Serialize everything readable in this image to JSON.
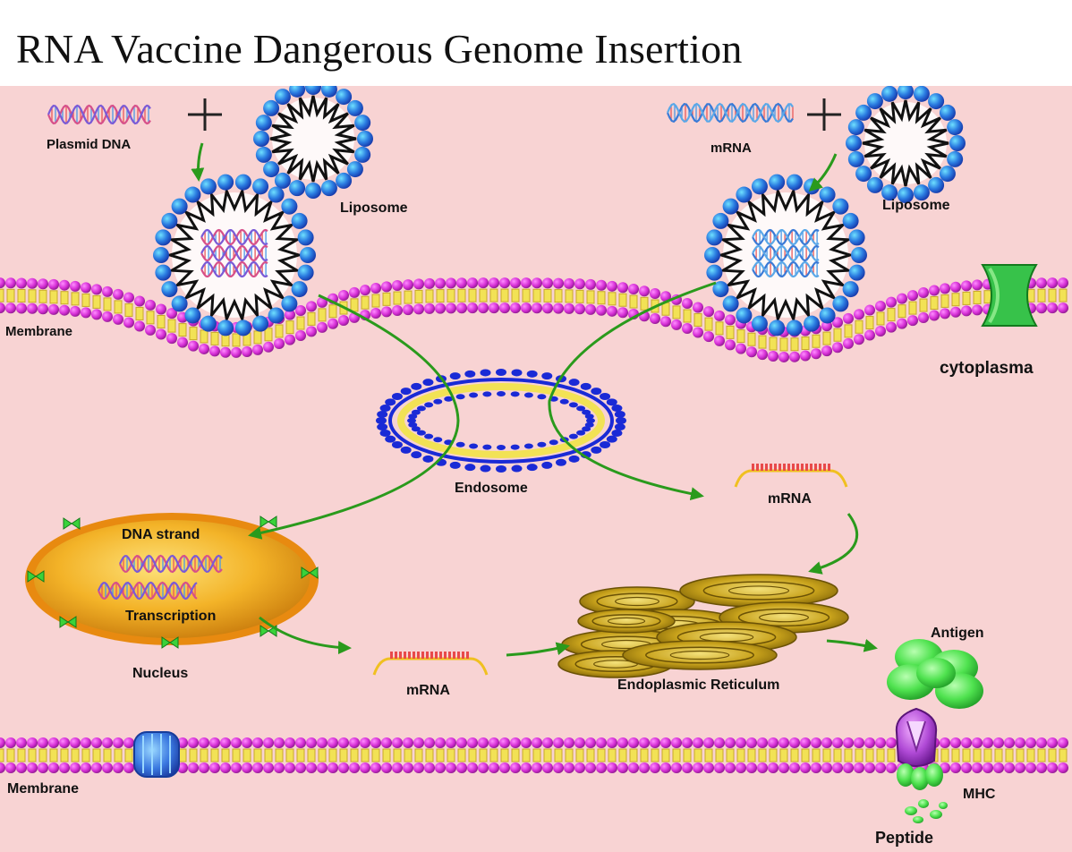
{
  "title": "RNA Vaccine Dangerous Genome Insertion",
  "labels": {
    "plasmid_dna": "Plasmid DNA",
    "liposome_left": "Liposome",
    "mrna_top": "mRNA",
    "liposome_right": "Liposome",
    "membrane_top": "Membrane",
    "cytoplasma": "cytoplasma",
    "endosome": "Endosome",
    "dna_strand": "DNA strand",
    "transcription": "Transcription",
    "nucleus": "Nucleus",
    "mrna_middle": "mRNA",
    "mrna_right": "mRNA",
    "endoplasmic_reticulum": "Endoplasmic Reticulum",
    "antigen": "Antigen",
    "mhc": "MHC",
    "membrane_bottom": "Membrane",
    "peptide": "Peptide"
  },
  "colors": {
    "background": "#f8d3d3",
    "membrane_head": "#d62fd6",
    "membrane_tail": "#f2e255",
    "arrow": "#2a9a1c",
    "liposome_bead": "#2a63d6",
    "nucleus": "#f2a21a",
    "er": "#c8a419",
    "antigen": "#4fe24f"
  }
}
